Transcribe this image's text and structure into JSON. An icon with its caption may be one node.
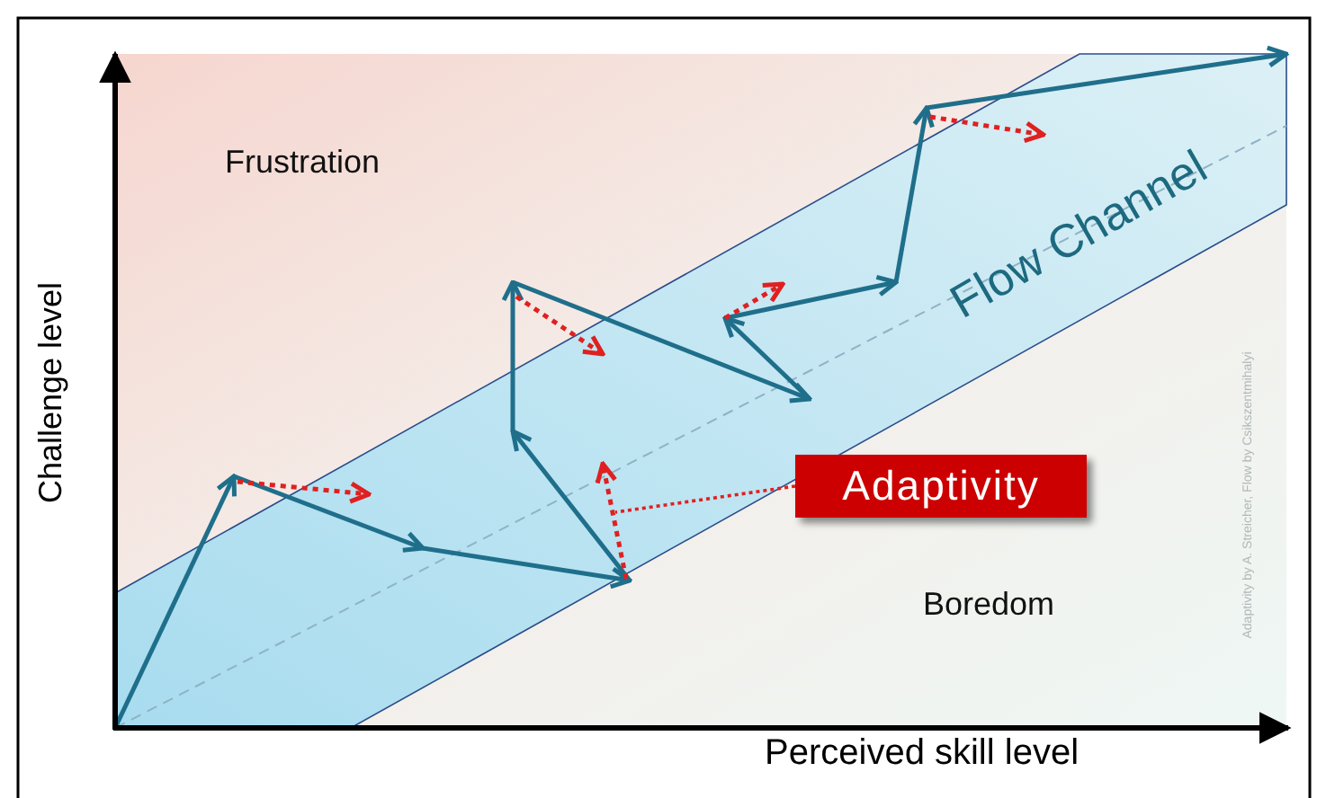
{
  "diagram": {
    "nodes": [
      {
        "text": [
          "Adaptivity"
        ]
      },
      {
        "text": [],
        "shape": "arrow"
      }
    ],
    "edges": [
      {
        "from": 0,
        "to": 1,
        "arrow": "none",
        "style": "dashed",
        "color": "#e02020"
      }
    ],
    "labels": [
      "Challenge level",
      "Frustration",
      "Flow Channel",
      "Boredom",
      "Adaptivity by A. Streicher, Flow by Csikszentmihalyi",
      "Perceived skill level"
    ]
  }
}
